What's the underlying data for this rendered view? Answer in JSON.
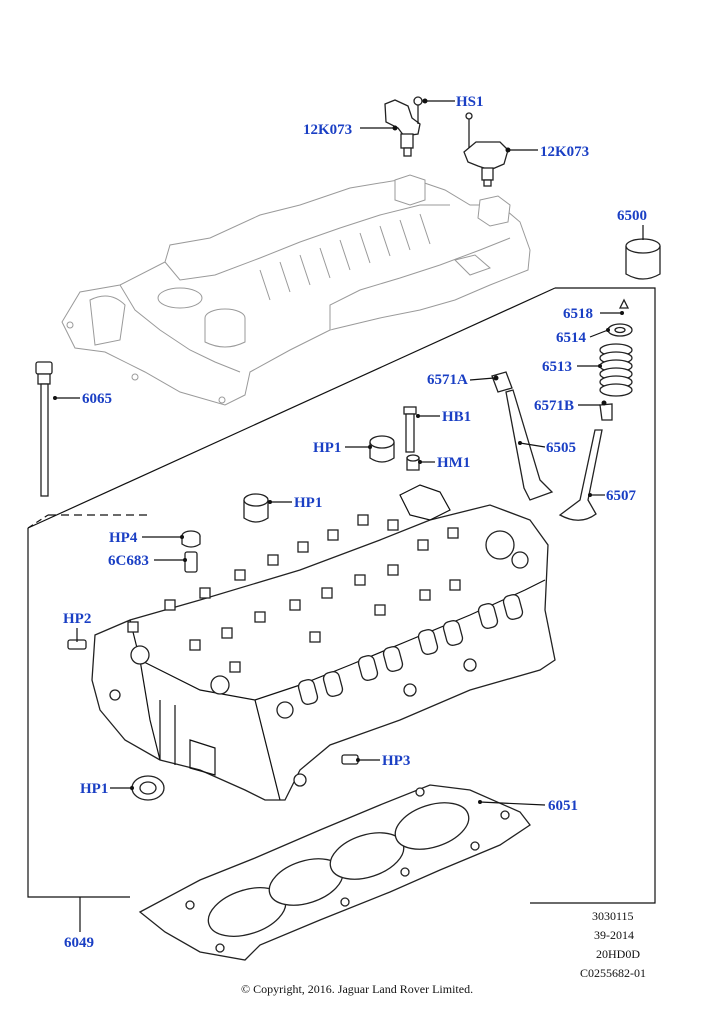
{
  "callouts": {
    "hs1": "HS1",
    "sensor_a": "12K073",
    "sensor_b": "12K073",
    "p6500": "6500",
    "p6518": "6518",
    "p6514": "6514",
    "p6513": "6513",
    "p6571a": "6571A",
    "p6571b": "6571B",
    "p6505": "6505",
    "p6507": "6507",
    "p6065": "6065",
    "hb1": "HB1",
    "hm1": "HM1",
    "hp1_top": "HP1",
    "hp1_mid": "HP1",
    "hp4": "HP4",
    "p6c683": "6C683",
    "hp2": "HP2",
    "hp3": "HP3",
    "hp1_low": "HP1",
    "p6051": "6051",
    "p6049": "6049"
  },
  "info_block": [
    "3030115",
    "39-2014",
    "20HD0D",
    "C0255682-01"
  ],
  "copyright": "© Copyright, 2016. Jaguar Land Rover Limited."
}
